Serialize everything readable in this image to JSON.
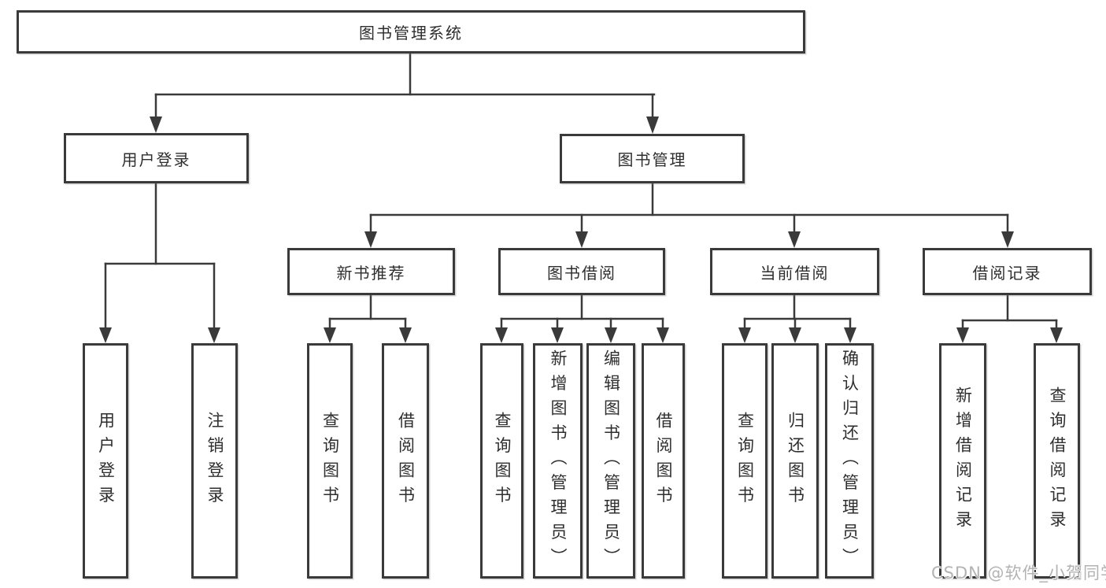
{
  "tree": {
    "root": {
      "label": "图书管理系统"
    },
    "children": [
      {
        "label": "用户登录",
        "children": [
          {
            "label": "用户登录"
          },
          {
            "label": "注销登录"
          }
        ]
      },
      {
        "label": "图书管理",
        "children": [
          {
            "label": "新书推荐",
            "children": [
              {
                "label": "查询图书"
              },
              {
                "label": "借阅图书"
              }
            ]
          },
          {
            "label": "图书借阅",
            "children": [
              {
                "label": "查询图书"
              },
              {
                "label": "新增图书（管理员）"
              },
              {
                "label": "编辑图书（管理员）"
              },
              {
                "label": "借阅图书"
              }
            ]
          },
          {
            "label": "当前借阅",
            "children": [
              {
                "label": "查询图书"
              },
              {
                "label": "归还图书"
              },
              {
                "label": "确认归还（管理员）"
              }
            ]
          },
          {
            "label": "借阅记录",
            "children": [
              {
                "label": "新增借阅记录"
              },
              {
                "label": "查询借阅记录"
              }
            ]
          }
        ]
      }
    ]
  },
  "watermark": {
    "text": "CSDN @软件_小贺同学"
  },
  "colors": {
    "line": "#3a3a3a",
    "box_border": "#3a3a3a",
    "text": "#2e2e2e",
    "watermark": "#b3b3b3",
    "background": "#ffffff"
  }
}
